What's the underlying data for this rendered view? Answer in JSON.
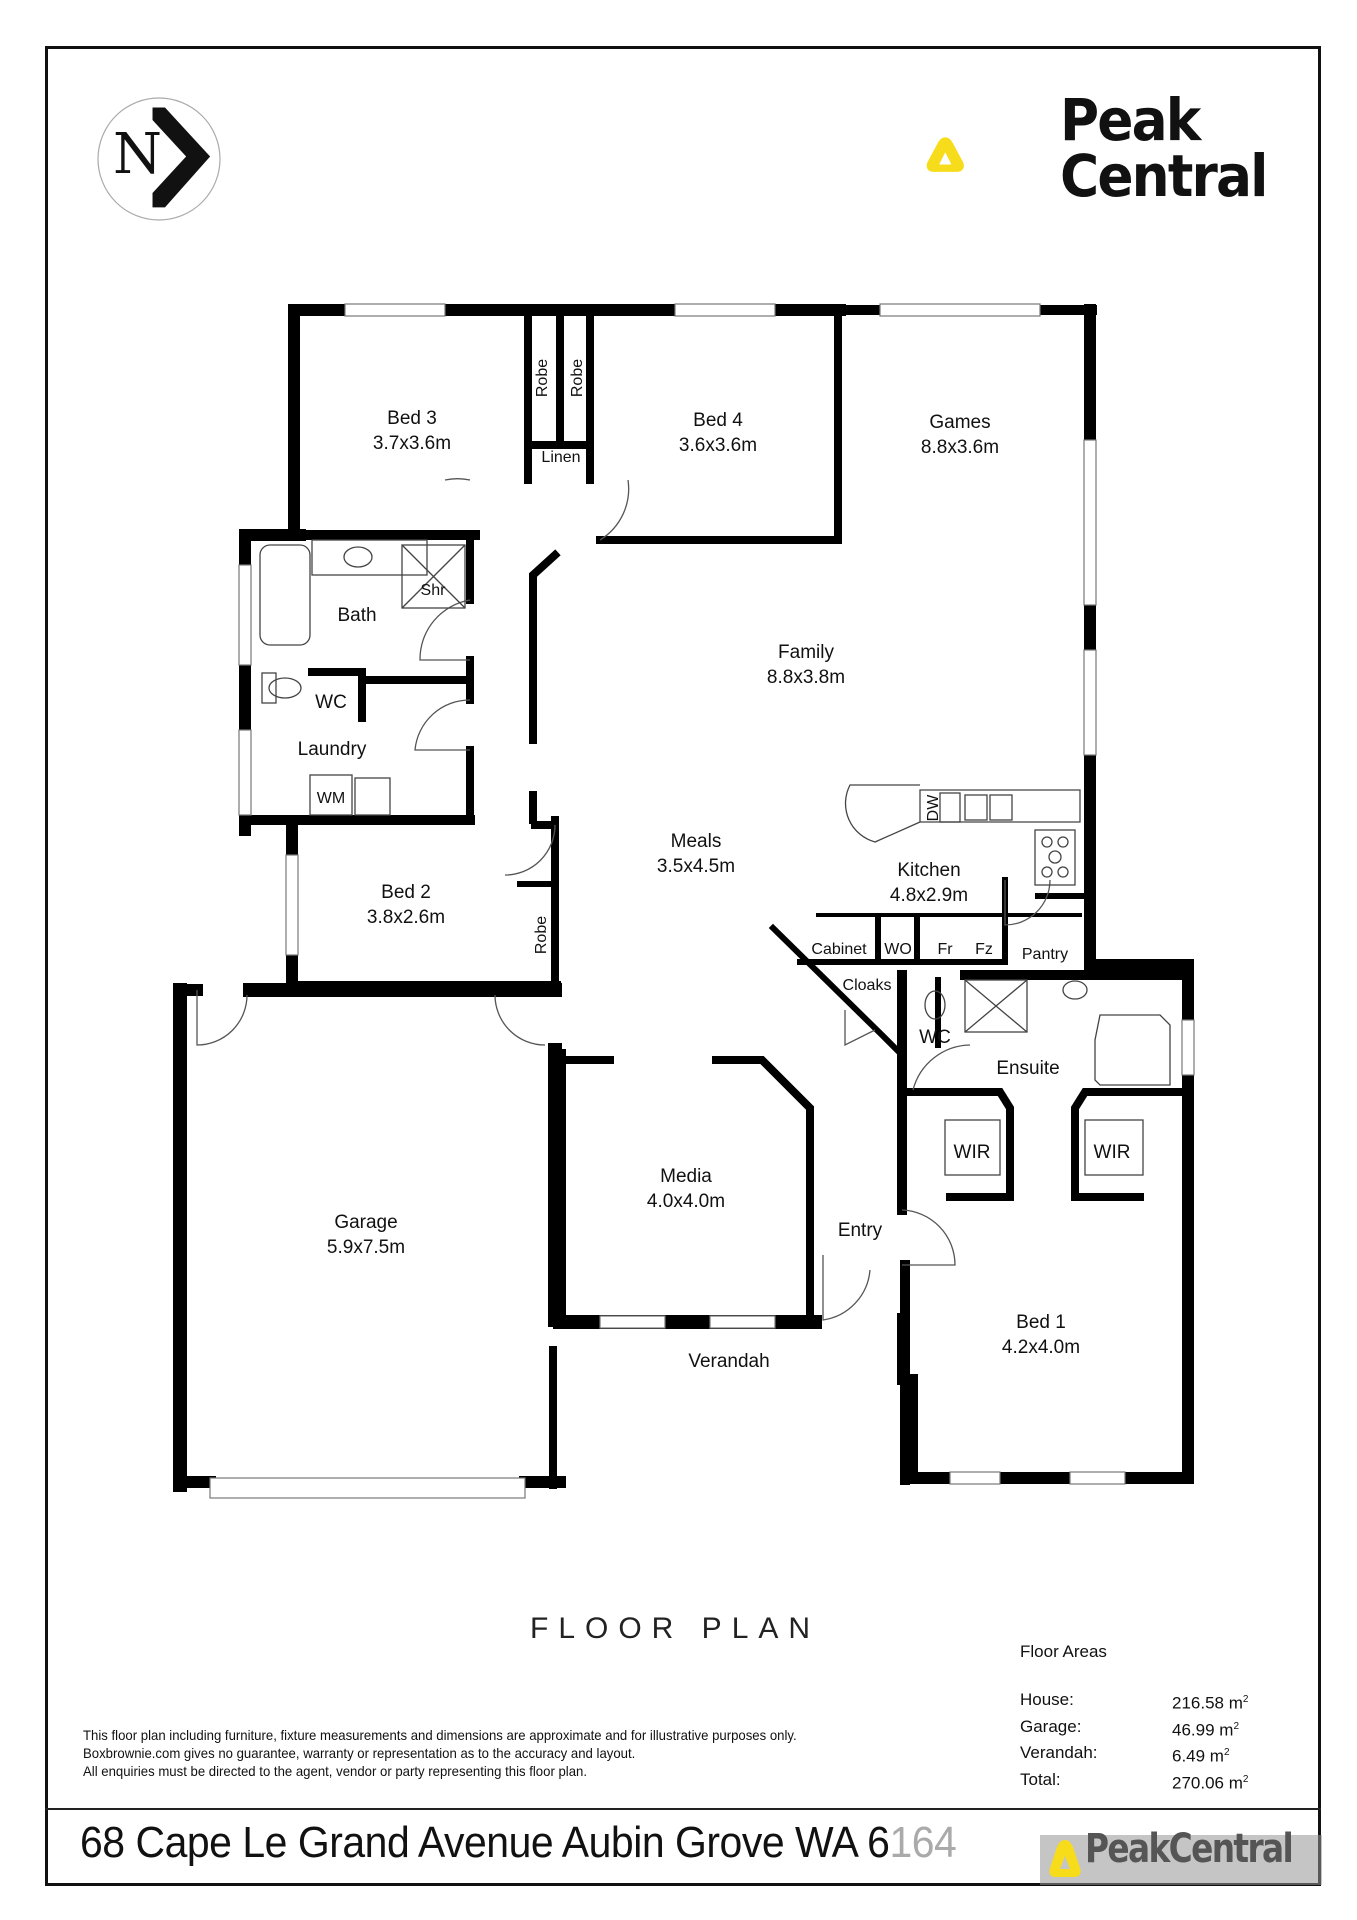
{
  "compass": {
    "letter": "N",
    "label": "north-indicator"
  },
  "brand": {
    "line1": "Peak",
    "line2": "Central",
    "accent": "#F7DC1B",
    "watermark": "PeakCentral"
  },
  "rooms": {
    "bed3": {
      "name": "Bed 3",
      "size": "3.7x3.6m"
    },
    "bed4": {
      "name": "Bed 4",
      "size": "3.6x3.6m"
    },
    "games": {
      "name": "Games",
      "size": "8.8x3.6m"
    },
    "robe1": {
      "name": "Robe"
    },
    "robe2": {
      "name": "Robe"
    },
    "linen": {
      "name": "Linen"
    },
    "bath": {
      "name": "Bath"
    },
    "shr": {
      "name": "Shr"
    },
    "wc1": {
      "name": "WC"
    },
    "laundry": {
      "name": "Laundry"
    },
    "wm": {
      "name": "WM"
    },
    "family": {
      "name": "Family",
      "size": "8.8x3.8m"
    },
    "meals": {
      "name": "Meals",
      "size": "3.5x4.5m"
    },
    "kitchen": {
      "name": "Kitchen",
      "size": "4.8x2.9m"
    },
    "dw": {
      "name": "DW"
    },
    "cabinet": {
      "name": "Cabinet"
    },
    "wo": {
      "name": "WO"
    },
    "fr": {
      "name": "Fr"
    },
    "fz": {
      "name": "Fz"
    },
    "pantry": {
      "name": "Pantry"
    },
    "cloaks": {
      "name": "Cloaks"
    },
    "wc2": {
      "name": "WC"
    },
    "ensuite": {
      "name": "Ensuite"
    },
    "wir1": {
      "name": "WIR"
    },
    "wir2": {
      "name": "WIR"
    },
    "bed2": {
      "name": "Bed 2",
      "size": "3.8x2.6m"
    },
    "robe3": {
      "name": "Robe"
    },
    "garage": {
      "name": "Garage",
      "size": "5.9x7.5m"
    },
    "media": {
      "name": "Media",
      "size": "4.0x4.0m"
    },
    "entry": {
      "name": "Entry"
    },
    "verandah": {
      "name": "Verandah"
    },
    "bed1": {
      "name": "Bed 1",
      "size": "4.2x4.0m"
    }
  },
  "title": "FLOOR PLAN",
  "disclaimer": [
    "This floor plan including furniture, fixture measurements and dimensions are approximate and for illustrative purposes only.",
    "Boxbrownie.com gives no guarantee, warranty or representation as to the accuracy and layout.",
    "All enquiries must be directed to the agent, vendor or party representing this floor plan."
  ],
  "floor_areas": {
    "heading": "Floor Areas",
    "rows": [
      {
        "label": "House:",
        "value": "216.58 m",
        "unit": "2"
      },
      {
        "label": "Garage:",
        "value": "46.99 m",
        "unit": "2"
      },
      {
        "label": "Verandah:",
        "value": "6.49 m",
        "unit": "2"
      },
      {
        "label": "Total:",
        "value": "270.06 m",
        "unit": "2"
      }
    ]
  },
  "address": {
    "main": "68 Cape Le Grand Avenue Aubin Grove WA 6",
    "faded": "164"
  }
}
